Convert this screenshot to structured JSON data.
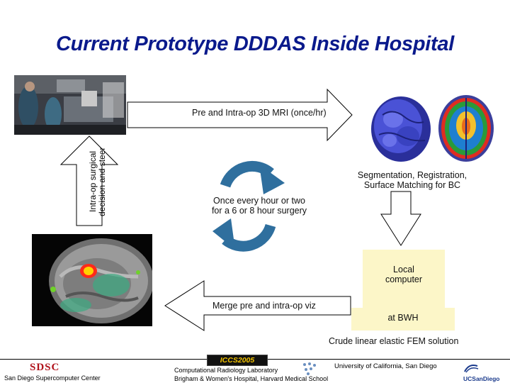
{
  "slide": {
    "title": "Current Prototype DDDAS Inside Hospital"
  },
  "arrows": {
    "top_arrow_label": "Pre and Intra-op 3D MRI (once/hr)",
    "left_arrow_label_line1": "Intra-op surgical",
    "left_arrow_label_line2": "decision and steer",
    "bottom_arrow_label": "Merge pre and intra-op viz"
  },
  "cycle": {
    "label_line1": "Once every hour or two",
    "label_line2": "for a 6 or 8 hour surgery"
  },
  "segmentation": {
    "line1": "Segmentation, Registration,",
    "line2": "Surface Matching for BC"
  },
  "computer": {
    "line1": "Local",
    "line2": "computer",
    "location": "at BWH"
  },
  "fem_caption": "Crude linear elastic FEM solution",
  "footer": {
    "sdsc_logo": "SDSC",
    "sdsc_name": "San Diego Supercomputer Center",
    "conference": "ICCS2005",
    "lab_line1": "Computational Radiology Laboratory",
    "lab_line2": "Brigham & Women's Hospital, Harvard Medical School",
    "university": "University of California, San Diego",
    "ucsd_logo": "UCSanDiego"
  },
  "colors": {
    "title": "#0a1a8c",
    "cycle_arrow": "#2f6f9e",
    "yellow_box": "#fcf6c8",
    "footer_rule": "#000000"
  }
}
